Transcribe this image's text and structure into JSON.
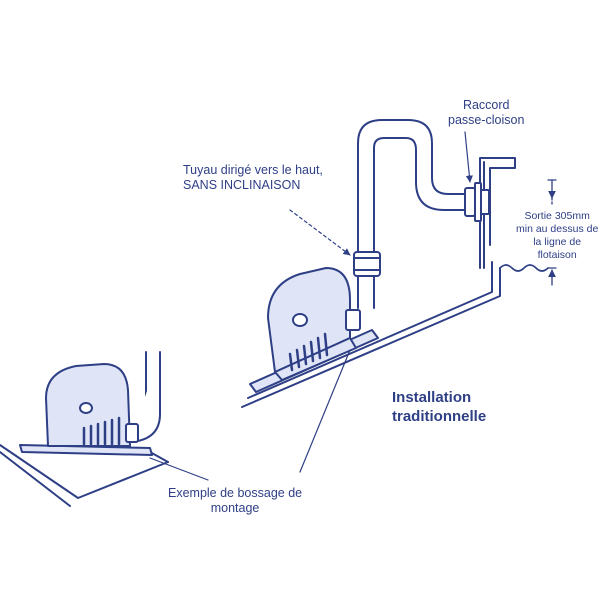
{
  "labels": {
    "raccord": [
      "Raccord",
      "passe-cloison"
    ],
    "tuyau": [
      "Tuyau dirigé vers le haut,",
      "SANS INCLINAISON"
    ],
    "sortie": [
      "Sortie 305mm",
      "min au dessus de",
      "la ligne de",
      "flotaison"
    ],
    "title": [
      "Installation",
      "traditionnelle"
    ],
    "exemple": [
      "Exemple de bossage de",
      "montage"
    ]
  },
  "colors": {
    "line": "#2e3f86",
    "pump_fill": "#dfe4f6",
    "pipe_fill": "#ffffff",
    "hull_fill": "#ffffff"
  },
  "icons": [
    "bilge-pump-icon",
    "thru-hull-fitting-icon",
    "hose-icon",
    "mounting-pad-icon"
  ]
}
